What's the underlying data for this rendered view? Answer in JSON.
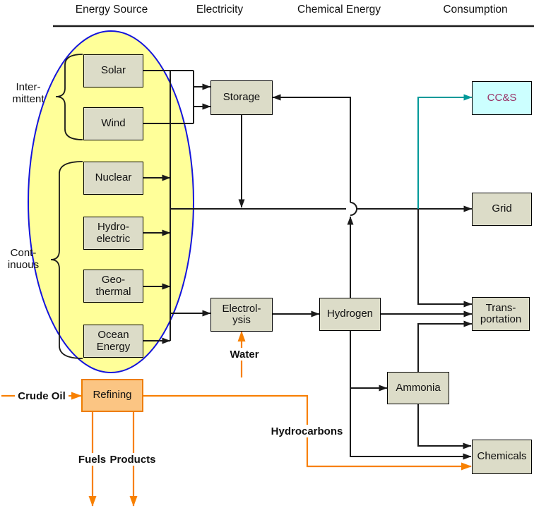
{
  "headers": {
    "energy_source": "Energy Source",
    "electricity": "Electricity",
    "chemical_energy": "Chemical Energy",
    "consumption": "Consumption"
  },
  "groups": {
    "intermittent": "Inter-\nmittent",
    "continuous": "Cont-\ninuous"
  },
  "nodes": {
    "solar": "Solar",
    "wind": "Wind",
    "nuclear": "Nuclear",
    "hydroelectric": "Hydro-\nelectric",
    "geothermal": "Geo-\nthermal",
    "ocean_energy": "Ocean\nEnergy",
    "storage": "Storage",
    "electrolysis": "Electrol-\nysis",
    "hydrogen": "Hydrogen",
    "ammonia": "Ammonia",
    "refining": "Refining",
    "ccs": "CC&S",
    "grid": "Grid",
    "transportation": "Trans-\nportation",
    "chemicals": "Chemicals"
  },
  "flow_labels": {
    "crude_oil": "Crude Oil",
    "water": "Water",
    "fuels": "Fuels",
    "products": "Products",
    "hydrocarbons": "Hydrocarbons"
  },
  "colors": {
    "node_fill": "#dcdcc8",
    "node_border": "#000000",
    "ccs_fill": "#ccffff",
    "ccs_text": "#993366",
    "ellipse_fill": "#ffff99",
    "ellipse_border": "#1414dc",
    "line_black": "#1a1a1a",
    "orange": "#f88000",
    "teal": "#009999",
    "refining_fill": "#fbc583",
    "refining_border": "#ee7d00"
  }
}
